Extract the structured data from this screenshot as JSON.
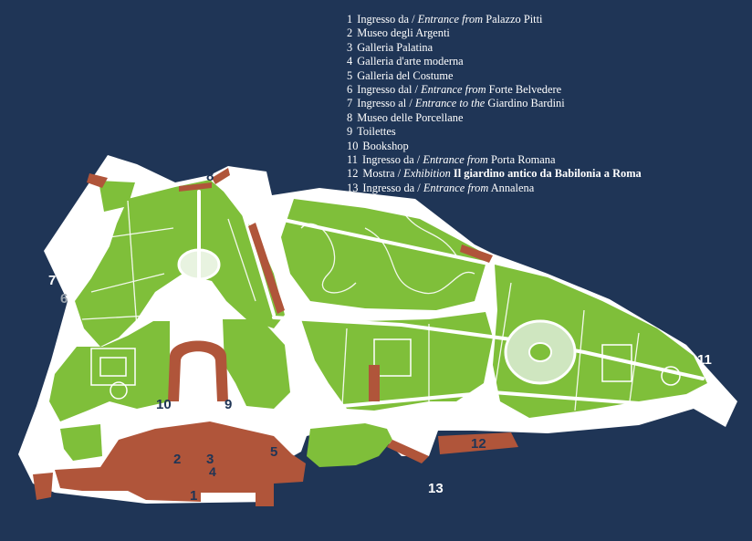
{
  "legend": [
    {
      "num": "1",
      "it": "Ingresso da /",
      "en": "Entrance from",
      "name": "Palazzo Pitti"
    },
    {
      "num": "2",
      "it": "Museo degli Argenti"
    },
    {
      "num": "3",
      "it": "Galleria Palatina"
    },
    {
      "num": "4",
      "it": "Galleria d'arte moderna"
    },
    {
      "num": "5",
      "it": "Galleria del Costume"
    },
    {
      "num": "6",
      "it": "Ingresso dal /",
      "en": "Entrance from",
      "name": "Forte Belvedere"
    },
    {
      "num": "7",
      "it": "Ingresso al /",
      "en": "Entrance to the",
      "name": "Giardino Bardini"
    },
    {
      "num": "8",
      "it": "Museo delle Porcellane"
    },
    {
      "num": "9",
      "it": "Toilettes"
    },
    {
      "num": "10",
      "it": "Bookshop"
    },
    {
      "num": "11",
      "it": "Ingresso da /",
      "en": "Entrance from",
      "name": "Porta Romana"
    },
    {
      "num": "12",
      "it": "Mostra /",
      "en": "Exhibition",
      "name": "Il giardino antico da Babilonia a Roma",
      "bold": true
    },
    {
      "num": "13",
      "it": "Ingresso da /",
      "en": "Entrance from",
      "name": "Annalena"
    }
  ],
  "markers": [
    {
      "num": "1"
    },
    {
      "num": "2"
    },
    {
      "num": "3"
    },
    {
      "num": "4"
    },
    {
      "num": "5"
    },
    {
      "num": "6"
    },
    {
      "num": "7"
    },
    {
      "num": "8"
    },
    {
      "num": "9"
    },
    {
      "num": "10"
    },
    {
      "num": "11"
    },
    {
      "num": "12"
    },
    {
      "num": "13"
    }
  ],
  "colors": {
    "sea": "#1f3556",
    "lawn": "#7fbf3a",
    "path": "#ffffff",
    "building": "#b0553a",
    "marker_blue": "#1f3556",
    "marker_white": "#ffffff",
    "marker_grey": "#9aa3ad"
  }
}
